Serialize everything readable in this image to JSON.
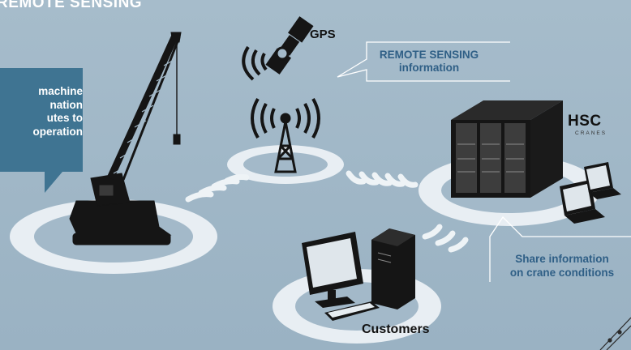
{
  "header": {
    "title": "REMOTE SENSING"
  },
  "satellite": {
    "label": "GPS"
  },
  "remote_callout": {
    "line1": "REMOTE SENSING",
    "line2": "information"
  },
  "machine_callout": {
    "lines": [
      "machine",
      "nation",
      "utes to",
      "operation"
    ]
  },
  "share_callout": {
    "line1": "Share information",
    "line2": "on crane conditions"
  },
  "customers": {
    "label": "Customers"
  },
  "brand": {
    "logo": "HSC",
    "sub": "CRANES"
  },
  "colors": {
    "background": "#9fb6c6",
    "callout_box": "#3f7492",
    "callout_text": "#2f5f86",
    "ring": "#e6edf2",
    "icon": "#151515"
  }
}
